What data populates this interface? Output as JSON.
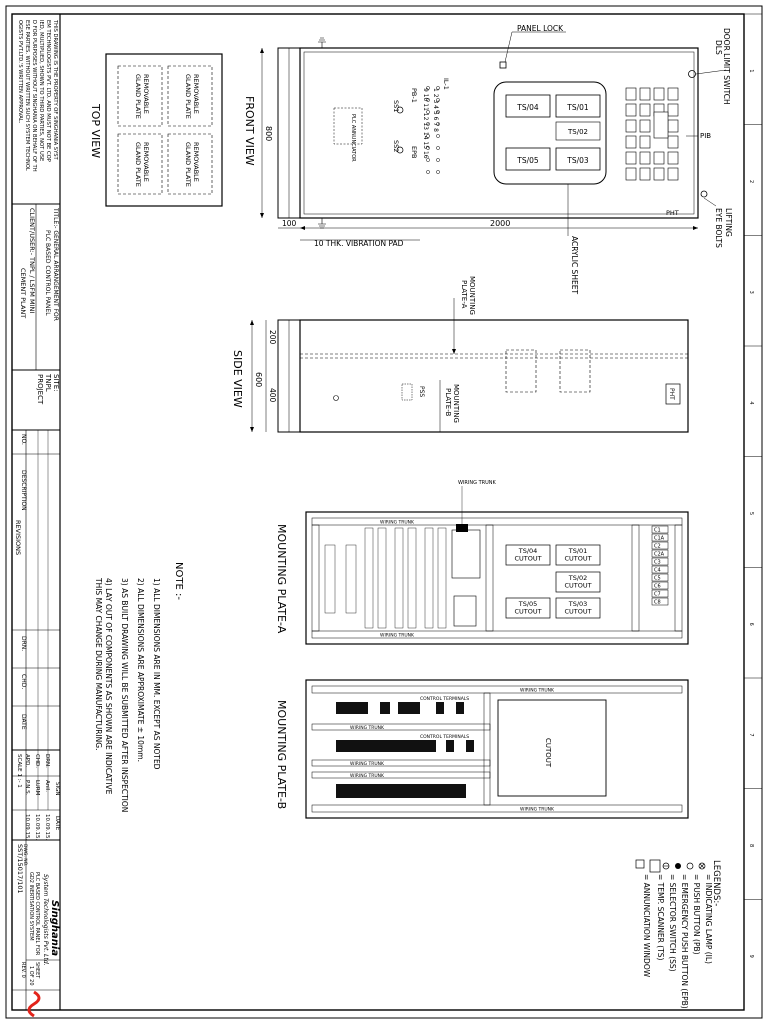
{
  "legends": {
    "title": "LEGENDS:-",
    "items": [
      "= INDICATING LAMP (IL)",
      "= PUSH BUTTON (PB)",
      "= EMERGENCY PUSH BUTTON (EPB)",
      "= SELECTOR SWITCH (SS)",
      "= TEMP. SCANNER (TS)",
      "= ANNUNCIATION WINDOW"
    ]
  },
  "front": {
    "title": "FRONT VIEW",
    "door_limit": "DOOR LIMIT SWITCH",
    "dls": "DLS",
    "panel_lock": "PANEL LOCK",
    "pib": "PIB",
    "pht": "PHT",
    "lifting": "LIFTING",
    "eye_bolts": "EYE BOLTS",
    "dim_height": "2000",
    "dim_width": "800",
    "dim_base": "100",
    "vibration_pad": "10  THK. VIBRATION PAD",
    "acrylic": "ACRYLIC SHEET",
    "ts": [
      "TS/04",
      "TS/01",
      "TS/02",
      "TS/05",
      "TS/03"
    ],
    "il_label": "IL-1",
    "pb_label": "PB-1",
    "ss1": "SS1",
    "ss2": "SS2",
    "epb": "EPB",
    "io_row1": "1  2  3  4  5  6  7  8",
    "io_row2": "9  10  11  12  13  14  15  16",
    "glass": "PLC ANNUNCIATOR"
  },
  "top_view": {
    "title": "TOP VIEW",
    "gland": [
      "REMOVABLE",
      "GLAND PLATE"
    ]
  },
  "side": {
    "title": "SIDE VIEW",
    "dim_total": "600",
    "dim_a": "200",
    "dim_b": "400",
    "mounting_a": "MOUNTING",
    "mounting_a2": "PLATE-A",
    "mounting_b": "MOUNTING",
    "mounting_b2": "PLATE-B",
    "pss": "PSS",
    "pht": "PHT"
  },
  "plate_a": {
    "title": "MOUNTING PLATE-A",
    "wiring": "WIRING TRUNK",
    "cutouts": [
      [
        "TS/04",
        "CUTOUT"
      ],
      [
        "TS/01",
        "CUTOUT"
      ],
      [
        "TS/02",
        "CUTOUT"
      ],
      [
        "TS/05",
        "CUTOUT"
      ],
      [
        "TS/03",
        "CUTOUT"
      ]
    ],
    "relays": [
      "C1",
      "C1A",
      "C2",
      "C2A",
      "C3",
      "C4",
      "C5",
      "C6",
      "C7",
      "C8"
    ]
  },
  "plate_b": {
    "title": "MOUNTING PLATE-B",
    "wiring": "WIRING TRUNK",
    "cutout": "CUTOUT",
    "control": "CONTROL TERMINALS"
  },
  "notes": {
    "title": "NOTE :-",
    "items": [
      "1)  ALL DIMENSIONS ARE IN MM. EXCEPT AS NOTED",
      "2)  ALL DIMENSIONS ARE APPROXIMATE ± 10mm.",
      "3)  AS BUILT DRAWING WILL BE SUBMITTED AFTER INSPECTION",
      "4)  LAY OUT OF COMPONENTS AS SHOWN ARE INDICATIVE",
      "     THIS MAY CHANGE DURING MANUFACTURING."
    ]
  },
  "title_block": {
    "property": [
      "THIS DRAWING IS THE PROPERTY OF SINGHANIA SYST",
      "EM TECHNOLOGISTS PVT. LTD. AND MUST NOT BE COP",
      "IED, MULTIPLIED, SHOWN TO THIRD PARTIES, NOT USE",
      "D FOR PURPOSES WITHOUT SINGHANIA ON BEHALF OF TH",
      "ESE PARTIES. WITHOUT WRITTEN SUCH SYSTEM TECHNOL",
      "OGISTS PVT.LTD.'S WRITTEN APPROVAL."
    ],
    "title_lines": [
      "TITLE:-  GENERAL ARRANGEMENT FOR",
      "PLC BASED CONTROL PANEL"
    ],
    "client_lines": [
      "CLIENT/USER:-  TNPL / LSFM MINI",
      "CEMENT PLANT"
    ],
    "site_lines": [
      "SITE:",
      "TNPL",
      "PROJECT"
    ],
    "rev_cols": [
      "NO.",
      "DESCRIPTION",
      "DRN.",
      "CHD.",
      "DATE"
    ],
    "revisions": "REVISIONS",
    "sign_header": [
      "",
      "SIGN",
      "DATE"
    ],
    "sign_rows": [
      [
        "DRN.",
        "Anil.",
        "10.09.15."
      ],
      [
        "CHD.",
        "LURM",
        "10.09.15."
      ],
      [
        "APD.",
        "P.N.S.",
        "10.09.15."
      ]
    ],
    "scale": "SCALE 1 :- 1",
    "company": "Singhania",
    "company_sub": "System Technologists Pvt. Ltd.",
    "drg_title": [
      "PLC BASED CONTROL PANEL FOR",
      "GD2 INERTISATION SYSTEM"
    ],
    "drg_no_label": "DWG. NO.",
    "drg_no": "SST/15017/101",
    "sheet_label": "SHEET",
    "sheet": "1 OF 20",
    "rev": "REV. 0"
  },
  "border_numbers": [
    "1",
    "2",
    "3",
    "4",
    "5",
    "6",
    "7",
    "8",
    "9"
  ]
}
